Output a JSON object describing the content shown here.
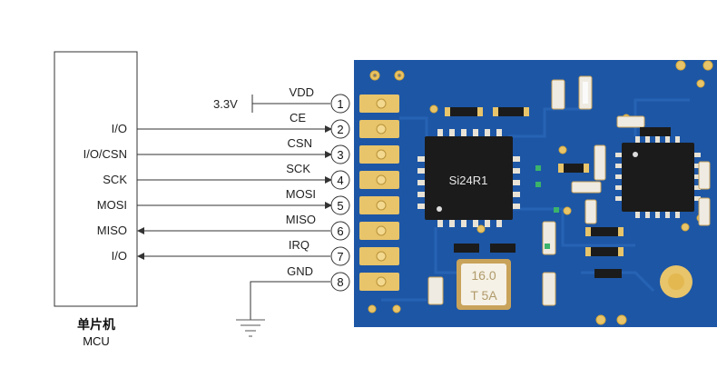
{
  "mcu": {
    "title": "单片机",
    "subtitle": "MCU",
    "pins": [
      "I/O",
      "I/O/CSN",
      "SCK",
      "MOSI",
      "MISO",
      "I/O"
    ]
  },
  "supply": {
    "voltage": "3.3V"
  },
  "module": {
    "pins": [
      {
        "number": "1",
        "name": "VDD"
      },
      {
        "number": "2",
        "name": "CE"
      },
      {
        "number": "3",
        "name": "CSN"
      },
      {
        "number": "4",
        "name": "SCK"
      },
      {
        "number": "5",
        "name": "MOSI"
      },
      {
        "number": "6",
        "name": "MISO"
      },
      {
        "number": "7",
        "name": "IRQ"
      },
      {
        "number": "8",
        "name": "GND"
      }
    ],
    "chip_label": "Si24R1",
    "crystal": {
      "line1": "16.0",
      "line2": "T 5A"
    }
  },
  "colors": {
    "pcb": "#1d56a5",
    "pcb_dark": "#17488c",
    "pad": "#e8c46a",
    "wire": "#333333",
    "chip": "#1b1b1b"
  }
}
